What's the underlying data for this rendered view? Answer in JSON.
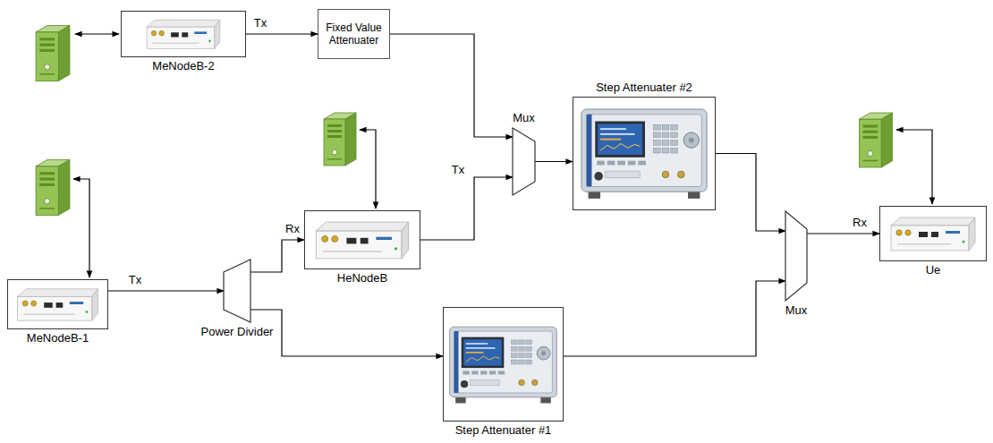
{
  "diagram": {
    "nodes": [
      {
        "text": [
          "MeNodeB-2"
        ]
      },
      {
        "text": [
          "Fixed Value Attenuater"
        ]
      },
      {
        "text": [
          "Mux"
        ]
      },
      {
        "text": [
          "Step Attenuater #2"
        ]
      },
      {
        "text": [
          "HeNodeB"
        ]
      },
      {
        "text": [
          "Mux"
        ]
      },
      {
        "text": [
          "Ue"
        ]
      },
      {
        "text": [
          "MeNodeB-1"
        ]
      },
      {
        "text": [
          "Power Divider"
        ]
      },
      {
        "text": [
          "Step Attenuater #1"
        ]
      }
    ],
    "edges": [
      {
        "from": 0,
        "to": 1,
        "arrow": "to",
        "label": "Tx"
      },
      {
        "from": 1,
        "to": 2,
        "arrow": "to"
      },
      {
        "from": 4,
        "to": 2,
        "arrow": "to",
        "label": "Tx"
      },
      {
        "from": 2,
        "to": 3,
        "arrow": "to"
      },
      {
        "from": 3,
        "to": 5,
        "arrow": "to"
      },
      {
        "from": 7,
        "to": 8,
        "arrow": "to",
        "label": "Tx"
      },
      {
        "from": 8,
        "to": 4,
        "arrow": "to",
        "label": "Rx"
      },
      {
        "from": 8,
        "to": 9,
        "arrow": "to"
      },
      {
        "from": 9,
        "to": 5,
        "arrow": "to"
      },
      {
        "from": 5,
        "to": 6,
        "arrow": "to",
        "label": "Rx"
      }
    ]
  }
}
